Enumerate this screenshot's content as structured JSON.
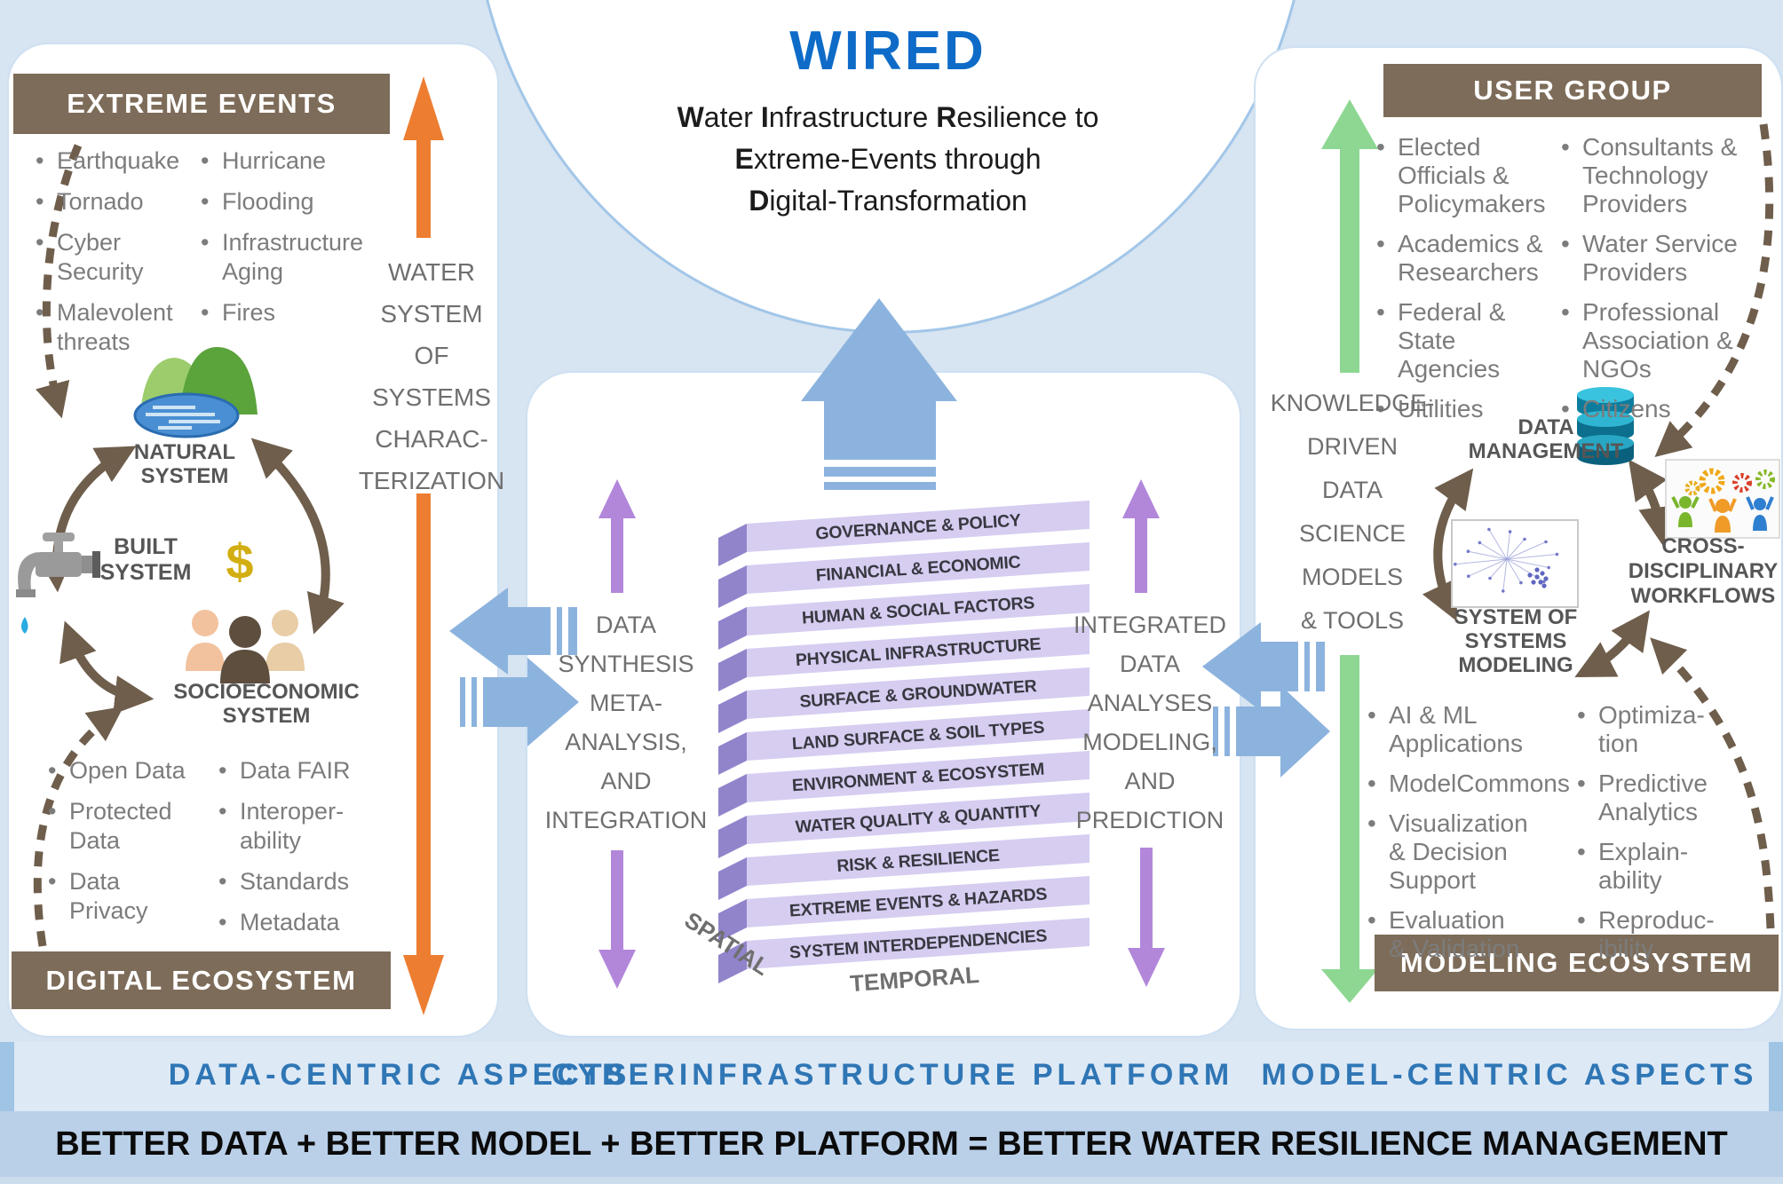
{
  "title": {
    "acronym": "WIRED",
    "subtitle_lines": [
      "**W**ater **I**nfrastructure **R**esilience to",
      "**E**xtreme-Events through",
      "**D**igital-Transformation"
    ]
  },
  "left_panel": {
    "header": "EXTREME EVENTS",
    "extreme_events_col1": [
      "Earthquake",
      "Tornado",
      "Cyber\nSecurity",
      "Malevolent\nthreats"
    ],
    "extreme_events_col2": [
      "Hurricane",
      "Flooding",
      "Infrastructure\nAging",
      "Fires"
    ],
    "systems": {
      "natural": "NATURAL\nSYSTEM",
      "built": "BUILT\nSYSTEM",
      "socio": "SOCIOECONOMIC\nSYSTEM",
      "dollar": "$"
    },
    "digital_col1": [
      "Open Data",
      "Protected\nData",
      "Data\nPrivacy"
    ],
    "digital_col2": [
      "Data FAIR",
      "Interoper-\nability",
      "Standards",
      "Metadata"
    ],
    "footer": "DIGITAL ECOSYSTEM",
    "water_label_lines": [
      "WATER",
      "SYSTEM",
      "OF",
      "SYSTEMS",
      "CHARAC-",
      "TERIZATION"
    ]
  },
  "center": {
    "platform_layers": [
      "GOVERNANCE & POLICY",
      "FINANCIAL & ECONOMIC",
      "HUMAN & SOCIAL FACTORS",
      "PHYSICAL INFRASTRUCTURE",
      "SURFACE & GROUNDWATER",
      "LAND SURFACE & SOIL TYPES",
      "ENVIRONMENT & ECOSYSTEM",
      "WATER QUALITY & QUANTITY",
      "RISK & RESILIENCE",
      "EXTREME EVENTS & HAZARDS",
      "SYSTEM INTERDEPENDENCIES"
    ],
    "synthesis_label_lines": [
      "DATA",
      "SYNTHESIS",
      "META-",
      "ANALYSIS,",
      "AND",
      "INTEGRATION"
    ],
    "analyses_label_lines": [
      "INTEGRATED",
      "DATA",
      "ANALYSES",
      "MODELING,",
      "AND",
      "PREDICTION"
    ],
    "spatial": "SPATIAL",
    "temporal": "TEMPORAL"
  },
  "right_panel": {
    "header": "USER GROUP",
    "users_col1": [
      "Elected\nOfficials &\nPolicymakers",
      "Academics &\nResearchers",
      "Federal &\nState\nAgencies",
      "Uitilities"
    ],
    "users_col2": [
      "Consultants &\nTechnology\nProviders",
      "Water Service\nProviders",
      "Professional\nAssociation &\nNGOs",
      "Citizens"
    ],
    "knowledge_lines": [
      "KNOWLEDGE-",
      "DRIVEN",
      "DATA",
      "SCIENCE",
      "MODELS",
      "& TOOLS"
    ],
    "nodes": {
      "data_management": "DATA\nMANAGEMENT",
      "cross_disciplinary": "CROSS-\nDISCIPLINARY\nWORKFLOWS",
      "system_of_systems": "SYSTEM OF\nSYSTEMS\nMODELING"
    },
    "modeling_col1": [
      "AI & ML\nApplications",
      "ModelCommons",
      "Visualization\n& Decision\nSupport",
      "Evaluation\n& Validation"
    ],
    "modeling_col2": [
      "Optimiza-\ntion",
      "Predictive\nAnalytics",
      "Explain-\nability",
      "Reproduc-\nibility"
    ],
    "footer": "MODELING ECOSYSTEM"
  },
  "bottom": {
    "left_label": "DATA-CENTRIC ASPECTS",
    "center_label": "CYBERINFRASTRUCTURE PLATFORM",
    "right_label": "MODEL-CENTRIC ASPECTS",
    "banner": "BETTER DATA + BETTER MODEL + BETTER PLATFORM = BETTER WATER RESILIENCE MANAGEMENT"
  },
  "icons": {
    "natural": "mountain-lake-icon",
    "built": "faucet-icon",
    "socio": "people-icon",
    "money": "dollar-icon",
    "database": "database-icon",
    "workflows": "gears-people-icon",
    "network": "network-graph-icon"
  },
  "colors": {
    "background": "#d7e4f1",
    "panel": "#ffffff",
    "brown_bar": "#7d6c59",
    "brown_arrow": "#6f5e4c",
    "orange_arrow": "#ed7d31",
    "purple_arrow": "#b287da",
    "blue_arrow": "#8cb3de",
    "green_arrow": "#8ed793",
    "layer_front": "#d6cdf1",
    "layer_side": "#9184cb",
    "layer_top": "#efe9fb",
    "wired_blue": "#0e6bc8",
    "bottom_label_blue": "#2f76b5",
    "banner_bg": "#bad0e9"
  }
}
